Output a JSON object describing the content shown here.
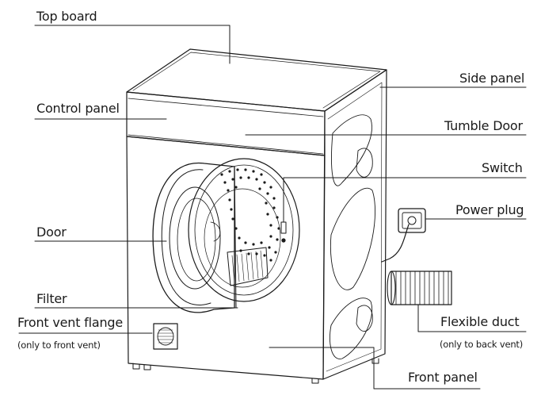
{
  "labels": {
    "top_board": "Top  board",
    "control_panel": "Control panel",
    "door": "Door",
    "filter": "Filter",
    "front_vent_flange": "Front vent flange",
    "front_vent_note": "(only to front vent)",
    "side_panel": "Side panel",
    "tumble_door": "Tumble Door",
    "switch": "Switch",
    "power_plug": "Power plug",
    "flexible_duct": "Flexible duct",
    "back_vent_note": "(only to back vent)",
    "front_panel": "Front panel"
  },
  "colors": {
    "line": "#1a1a1a",
    "paper": "#ffffff",
    "text": "#1a1a1a"
  }
}
